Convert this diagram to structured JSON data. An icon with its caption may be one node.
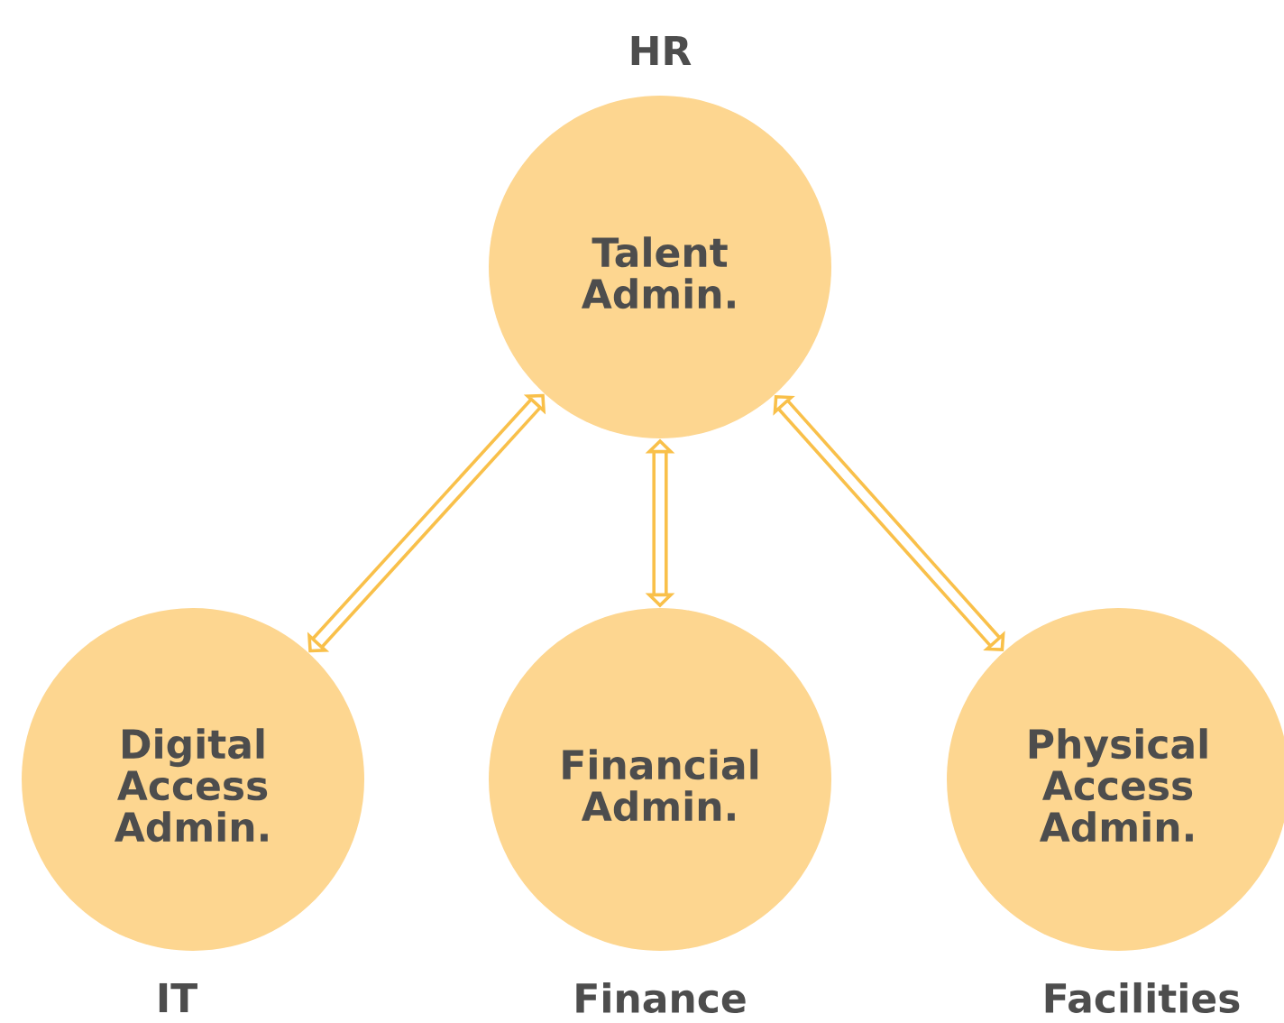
{
  "diagram": {
    "nodes": [
      {
        "text": [
          "Talent Admin."
        ],
        "beside": [
          "HR"
        ]
      },
      {
        "text": [
          "Digital Access Admin."
        ],
        "beside": [
          "IT"
        ]
      },
      {
        "text": [
          "Financial Admin."
        ],
        "beside": [
          "Finance"
        ]
      },
      {
        "text": [
          "Physical Access Admin."
        ],
        "beside": [
          "Facilities"
        ]
      }
    ],
    "edges": [
      {
        "from": 0,
        "to": 1,
        "arrow": "both"
      },
      {
        "from": 0,
        "to": 2,
        "arrow": "both"
      },
      {
        "from": 0,
        "to": 3,
        "arrow": "both"
      }
    ]
  }
}
